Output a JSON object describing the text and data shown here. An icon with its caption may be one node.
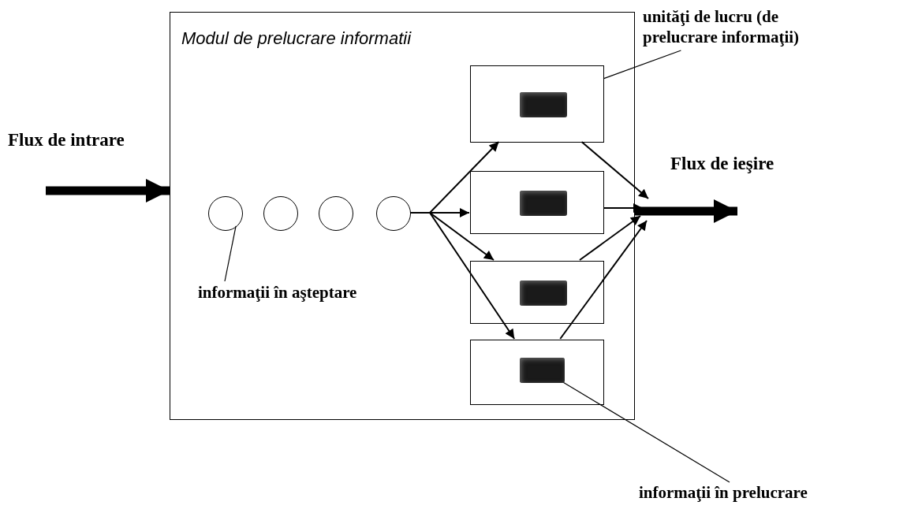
{
  "diagram": {
    "nodes": [
      {
        "text": [
          "Modul de prelucrare informatii"
        ]
      },
      {
        "text": [],
        "shape": "circle",
        "in": 0
      },
      {
        "text": [],
        "shape": "circle",
        "in": 0
      },
      {
        "text": [],
        "shape": "circle",
        "in": 0
      },
      {
        "text": [],
        "shape": "circle",
        "in": 0
      },
      {
        "text": [],
        "shape": "box",
        "in": 0
      },
      {
        "text": [],
        "shape": "box",
        "in": 0
      },
      {
        "text": [],
        "shape": "box",
        "in": 0
      },
      {
        "text": [],
        "shape": "box",
        "in": 0
      },
      {
        "text": [],
        "shape": "bar",
        "in": 5
      },
      {
        "text": [],
        "shape": "bar",
        "in": 6
      },
      {
        "text": [],
        "shape": "bar",
        "in": 7
      },
      {
        "text": [],
        "shape": "bar",
        "in": 8
      },
      {
        "text": [
          "unităţi de lucru (de prelucrare informaţii)"
        ]
      },
      {
        "text": [
          "informaţii în aşteptare"
        ],
        "in": 0
      },
      {
        "text": [
          "informaţii în prelucrare"
        ]
      }
    ],
    "edges": [
      {
        "from": null,
        "to": 0,
        "arrow": "to",
        "style": "thick"
      },
      {
        "from": 0,
        "to": null,
        "arrow": "to",
        "style": "thick"
      },
      {
        "from": 4,
        "to": 5,
        "arrow": "to"
      },
      {
        "from": 4,
        "to": 6,
        "arrow": "to"
      },
      {
        "from": 4,
        "to": 7,
        "arrow": "to"
      },
      {
        "from": 4,
        "to": 8,
        "arrow": "to"
      },
      {
        "from": 5,
        "to": null,
        "arrow": "to"
      },
      {
        "from": 6,
        "to": null,
        "arrow": "to"
      },
      {
        "from": 7,
        "to": null,
        "arrow": "to"
      },
      {
        "from": 8,
        "to": null,
        "arrow": "to"
      },
      {
        "from": 13,
        "to": 5,
        "arrow": "none"
      },
      {
        "from": 14,
        "to": 1,
        "arrow": "none"
      },
      {
        "from": 15,
        "to": 12,
        "arrow": "none"
      }
    ],
    "labels": [
      "Flux de intrare",
      "Flux de ieşire"
    ]
  }
}
